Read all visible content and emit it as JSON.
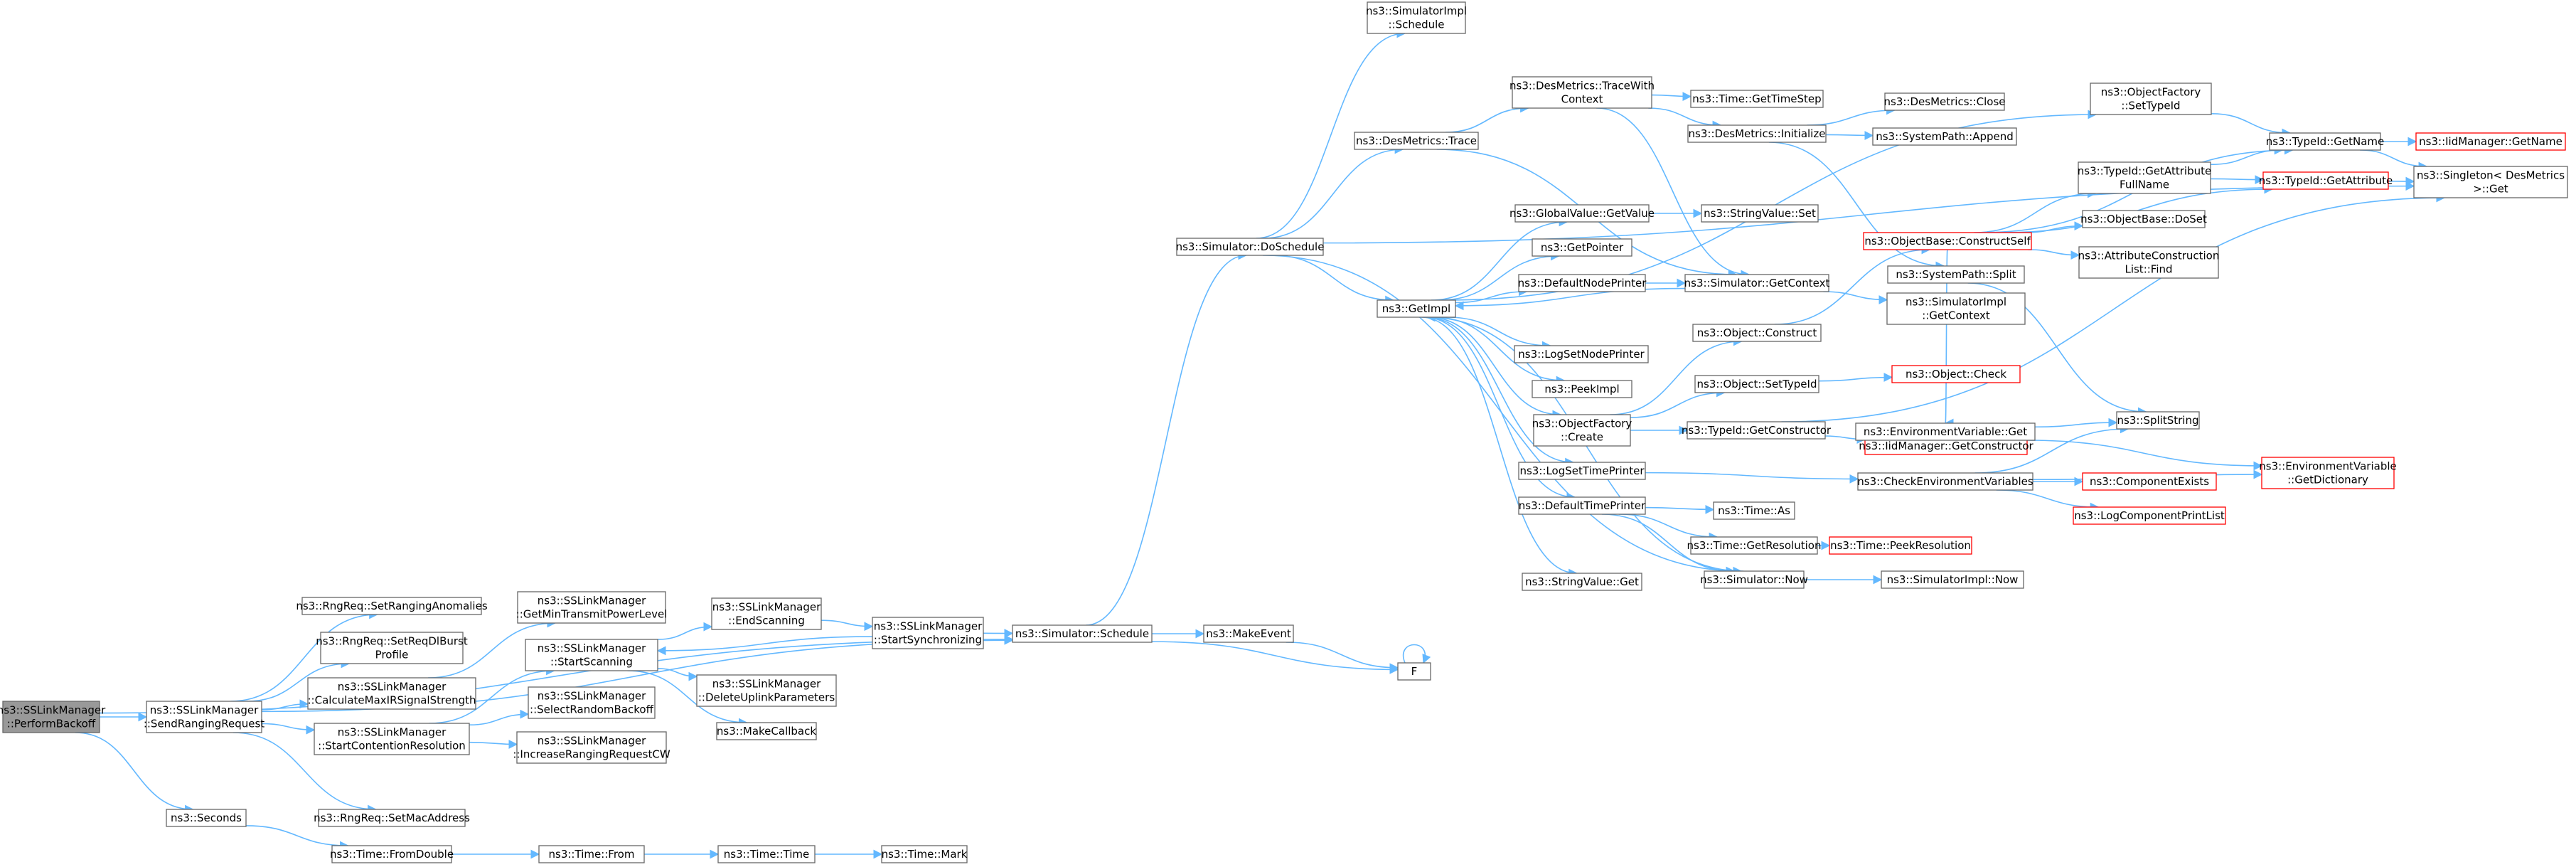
{
  "diagram": {
    "type": "call-graph",
    "colors": {
      "edge": "#63b8ff",
      "root_fill": "#999999",
      "node_border": "#666666",
      "truncated_border": "#ff0000"
    },
    "nodes": [
      {
        "id": "root",
        "lines": [
          "ns3::SSLinkManager",
          "::PerformBackoff"
        ],
        "root": true
      },
      {
        "id": "sendRanging",
        "lines": [
          "ns3::SSLinkManager",
          "::SendRangingRequest"
        ]
      },
      {
        "id": "seconds",
        "lines": [
          "ns3::Seconds"
        ]
      },
      {
        "id": "setRangAnom",
        "lines": [
          "ns3::RngReq::SetRangingAnomalies"
        ]
      },
      {
        "id": "setReqDl",
        "lines": [
          "ns3::RngReq::SetReqDlBurst",
          "Profile"
        ]
      },
      {
        "id": "calcMax",
        "lines": [
          "ns3::SSLinkManager",
          "::CalculateMaxIRSignalStrength"
        ]
      },
      {
        "id": "startCont",
        "lines": [
          "ns3::SSLinkManager",
          "::StartContentionResolution"
        ]
      },
      {
        "id": "setMac",
        "lines": [
          "ns3::RngReq::SetMacAddress"
        ]
      },
      {
        "id": "fromDouble",
        "lines": [
          "ns3::Time::FromDouble"
        ]
      },
      {
        "id": "getMinTx",
        "lines": [
          "ns3::SSLinkManager",
          "::GetMinTransmitPowerLevel"
        ]
      },
      {
        "id": "startScan",
        "lines": [
          "ns3::SSLinkManager",
          "::StartScanning"
        ]
      },
      {
        "id": "selRandom",
        "lines": [
          "ns3::SSLinkManager",
          "::SelectRandomBackoff"
        ]
      },
      {
        "id": "incRang",
        "lines": [
          "ns3::SSLinkManager",
          "::IncreaseRangingRequestCW"
        ]
      },
      {
        "id": "endScan",
        "lines": [
          "ns3::SSLinkManager",
          "::EndScanning"
        ]
      },
      {
        "id": "delUplink",
        "lines": [
          "ns3::SSLinkManager",
          "::DeleteUplinkParameters"
        ]
      },
      {
        "id": "makeCb",
        "lines": [
          "ns3::MakeCallback"
        ]
      },
      {
        "id": "startSync",
        "lines": [
          "ns3::SSLinkManager",
          "::StartSynchronizing"
        ]
      },
      {
        "id": "simSchedule",
        "lines": [
          "ns3::Simulator::Schedule"
        ]
      },
      {
        "id": "makeEvent",
        "lines": [
          "ns3::MakeEvent"
        ]
      },
      {
        "id": "F",
        "lines": [
          "F"
        ]
      },
      {
        "id": "timeFrom",
        "lines": [
          "ns3::Time::From"
        ]
      },
      {
        "id": "timeTime",
        "lines": [
          "ns3::Time::Time"
        ]
      },
      {
        "id": "timeMark",
        "lines": [
          "ns3::Time::Mark"
        ]
      },
      {
        "id": "doSchedule",
        "lines": [
          "ns3::Simulator::DoSchedule"
        ]
      },
      {
        "id": "implSchedule",
        "lines": [
          "ns3::SimulatorImpl",
          "::Schedule"
        ]
      },
      {
        "id": "desTrace",
        "lines": [
          "ns3::DesMetrics::Trace"
        ]
      },
      {
        "id": "getImpl",
        "lines": [
          "ns3::GetImpl"
        ]
      },
      {
        "id": "traceCtx",
        "lines": [
          "ns3::DesMetrics::TraceWith",
          "Context"
        ]
      },
      {
        "id": "getTimeStep",
        "lines": [
          "ns3::Time::GetTimeStep"
        ]
      },
      {
        "id": "desInit",
        "lines": [
          "ns3::DesMetrics::Initialize"
        ]
      },
      {
        "id": "desClose",
        "lines": [
          "ns3::DesMetrics::Close"
        ]
      },
      {
        "id": "sysAppend",
        "lines": [
          "ns3::SystemPath::Append"
        ]
      },
      {
        "id": "globalGet",
        "lines": [
          "ns3::GlobalValue::GetValue"
        ]
      },
      {
        "id": "strSet",
        "lines": [
          "ns3::StringValue::Set"
        ]
      },
      {
        "id": "getPointer",
        "lines": [
          "ns3::GetPointer"
        ]
      },
      {
        "id": "defNodePr",
        "lines": [
          "ns3::DefaultNodePrinter"
        ]
      },
      {
        "id": "simGetCtx",
        "lines": [
          "ns3::Simulator::GetContext"
        ]
      },
      {
        "id": "sysSplit",
        "lines": [
          "ns3::SystemPath::Split"
        ]
      },
      {
        "id": "implGetCtx",
        "lines": [
          "ns3::SimulatorImpl",
          "::GetContext"
        ]
      },
      {
        "id": "logSetNode",
        "lines": [
          "ns3::LogSetNodePrinter"
        ]
      },
      {
        "id": "objConstruct",
        "lines": [
          "ns3::Object::Construct"
        ]
      },
      {
        "id": "peekImpl",
        "lines": [
          "ns3::PeekImpl"
        ]
      },
      {
        "id": "objSetTid",
        "lines": [
          "ns3::Object::SetTypeId"
        ]
      },
      {
        "id": "objCheck",
        "lines": [
          "ns3::Object::Check"
        ],
        "truncated": true
      },
      {
        "id": "ofCreate",
        "lines": [
          "ns3::ObjectFactory",
          "::Create"
        ]
      },
      {
        "id": "tidGetCons",
        "lines": [
          "ns3::TypeId::GetConstructor"
        ]
      },
      {
        "id": "iidGetCons",
        "lines": [
          "ns3::IidManager::GetConstructor"
        ],
        "truncated": true
      },
      {
        "id": "logSetTime",
        "lines": [
          "ns3::LogSetTimePrinter"
        ]
      },
      {
        "id": "checkEnv",
        "lines": [
          "ns3::CheckEnvironmentVariables"
        ]
      },
      {
        "id": "compExists",
        "lines": [
          "ns3::ComponentExists"
        ],
        "truncated": true
      },
      {
        "id": "logCompPrint",
        "lines": [
          "ns3::LogComponentPrintList"
        ],
        "truncated": true
      },
      {
        "id": "defTimePr",
        "lines": [
          "ns3::DefaultTimePrinter"
        ]
      },
      {
        "id": "timeAs",
        "lines": [
          "ns3::Time::As"
        ]
      },
      {
        "id": "timeGetRes",
        "lines": [
          "ns3::Time::GetResolution"
        ]
      },
      {
        "id": "peekRes",
        "lines": [
          "ns3::Time::PeekResolution"
        ],
        "truncated": true
      },
      {
        "id": "simNow",
        "lines": [
          "ns3::Simulator::Now"
        ]
      },
      {
        "id": "implNow",
        "lines": [
          "ns3::SimulatorImpl::Now"
        ]
      },
      {
        "id": "strGet",
        "lines": [
          "ns3::StringValue::Get"
        ]
      },
      {
        "id": "ofSetTid",
        "lines": [
          "ns3::ObjectFactory",
          "::SetTypeId"
        ]
      },
      {
        "id": "obConstructSelf",
        "lines": [
          "ns3::ObjectBase::ConstructSelf"
        ],
        "truncated": true
      },
      {
        "id": "tidGetAttrFull",
        "lines": [
          "ns3::TypeId::GetAttribute",
          "FullName"
        ]
      },
      {
        "id": "obDoSet",
        "lines": [
          "ns3::ObjectBase::DoSet"
        ]
      },
      {
        "id": "attrFind",
        "lines": [
          "ns3::AttributeConstruction",
          "List::Find"
        ]
      },
      {
        "id": "envGet",
        "lines": [
          "ns3::EnvironmentVariable::Get"
        ]
      },
      {
        "id": "splitString",
        "lines": [
          "ns3::SplitString"
        ]
      },
      {
        "id": "envDict",
        "lines": [
          "ns3::EnvironmentVariable",
          "::GetDictionary"
        ],
        "truncated": true
      },
      {
        "id": "tidGetName",
        "lines": [
          "ns3::TypeId::GetName"
        ]
      },
      {
        "id": "tidGetAttr",
        "lines": [
          "ns3::TypeId::GetAttribute"
        ],
        "truncated": true
      },
      {
        "id": "iidGetName",
        "lines": [
          "ns3::IidManager::GetName"
        ],
        "truncated": true
      },
      {
        "id": "singleton",
        "lines": [
          "ns3::Singleton< DesMetrics",
          " >::Get"
        ]
      }
    ],
    "edges": [
      [
        "root",
        "sendRanging"
      ],
      [
        "root",
        "seconds"
      ],
      [
        "root",
        "simSchedule"
      ],
      [
        "sendRanging",
        "setRangAnom"
      ],
      [
        "sendRanging",
        "setReqDl"
      ],
      [
        "sendRanging",
        "calcMax"
      ],
      [
        "sendRanging",
        "startCont"
      ],
      [
        "sendRanging",
        "setMac"
      ],
      [
        "sendRanging",
        "simSchedule"
      ],
      [
        "seconds",
        "fromDouble"
      ],
      [
        "fromDouble",
        "timeFrom"
      ],
      [
        "timeFrom",
        "timeTime"
      ],
      [
        "timeTime",
        "timeMark"
      ],
      [
        "calcMax",
        "getMinTx"
      ],
      [
        "startCont",
        "startScan"
      ],
      [
        "startCont",
        "selRandom"
      ],
      [
        "startCont",
        "incRang"
      ],
      [
        "startScan",
        "endScan"
      ],
      [
        "startScan",
        "delUplink"
      ],
      [
        "startScan",
        "makeCb"
      ],
      [
        "endScan",
        "startSync"
      ],
      [
        "startSync",
        "startScan"
      ],
      [
        "startSync",
        "simSchedule"
      ],
      [
        "simSchedule",
        "makeEvent"
      ],
      [
        "simSchedule",
        "F"
      ],
      [
        "simSchedule",
        "doSchedule"
      ],
      [
        "makeEvent",
        "F"
      ],
      [
        "F",
        "F"
      ],
      [
        "doSchedule",
        "implSchedule"
      ],
      [
        "doSchedule",
        "desTrace"
      ],
      [
        "doSchedule",
        "getImpl"
      ],
      [
        "doSchedule",
        "simNow"
      ],
      [
        "doSchedule",
        "singleton"
      ],
      [
        "desTrace",
        "traceCtx"
      ],
      [
        "desTrace",
        "simGetCtx"
      ],
      [
        "traceCtx",
        "getTimeStep"
      ],
      [
        "traceCtx",
        "desInit"
      ],
      [
        "traceCtx",
        "simGetCtx"
      ],
      [
        "desInit",
        "desClose"
      ],
      [
        "desInit",
        "sysAppend"
      ],
      [
        "desInit",
        "sysSplit"
      ],
      [
        "getImpl",
        "globalGet"
      ],
      [
        "getImpl",
        "getPointer"
      ],
      [
        "getImpl",
        "defNodePr"
      ],
      [
        "getImpl",
        "logSetNode"
      ],
      [
        "getImpl",
        "peekImpl"
      ],
      [
        "getImpl",
        "ofCreate"
      ],
      [
        "getImpl",
        "logSetTime"
      ],
      [
        "getImpl",
        "defTimePr"
      ],
      [
        "getImpl",
        "strGet"
      ],
      [
        "getImpl",
        "ofSetTid"
      ],
      [
        "globalGet",
        "strSet"
      ],
      [
        "defNodePr",
        "simGetCtx"
      ],
      [
        "simGetCtx",
        "getImpl"
      ],
      [
        "simGetCtx",
        "implGetCtx"
      ],
      [
        "ofCreate",
        "objConstruct"
      ],
      [
        "ofCreate",
        "objSetTid"
      ],
      [
        "ofCreate",
        "tidGetCons"
      ],
      [
        "objConstruct",
        "obConstructSelf"
      ],
      [
        "objSetTid",
        "objCheck"
      ],
      [
        "tidGetCons",
        "iidGetCons"
      ],
      [
        "tidGetCons",
        "singleton"
      ],
      [
        "logSetTime",
        "checkEnv"
      ],
      [
        "checkEnv",
        "compExists"
      ],
      [
        "checkEnv",
        "logCompPrint"
      ],
      [
        "checkEnv",
        "splitString"
      ],
      [
        "checkEnv",
        "envDict"
      ],
      [
        "defTimePr",
        "timeAs"
      ],
      [
        "defTimePr",
        "timeGetRes"
      ],
      [
        "defTimePr",
        "simNow"
      ],
      [
        "timeGetRes",
        "peekRes"
      ],
      [
        "simNow",
        "getImpl"
      ],
      [
        "simNow",
        "implNow"
      ],
      [
        "ofSetTid",
        "tidGetName"
      ],
      [
        "obConstructSelf",
        "tidGetAttrFull"
      ],
      [
        "obConstructSelf",
        "obDoSet"
      ],
      [
        "obConstructSelf",
        "attrFind"
      ],
      [
        "obConstructSelf",
        "envGet"
      ],
      [
        "obConstructSelf",
        "tidGetName"
      ],
      [
        "obConstructSelf",
        "tidGetAttr"
      ],
      [
        "tidGetAttrFull",
        "tidGetName"
      ],
      [
        "tidGetAttrFull",
        "tidGetAttr"
      ],
      [
        "envGet",
        "splitString"
      ],
      [
        "envGet",
        "envDict"
      ],
      [
        "tidGetName",
        "iidGetName"
      ],
      [
        "tidGetName",
        "singleton"
      ],
      [
        "tidGetAttr",
        "singleton"
      ],
      [
        "sysSplit",
        "splitString"
      ]
    ]
  }
}
